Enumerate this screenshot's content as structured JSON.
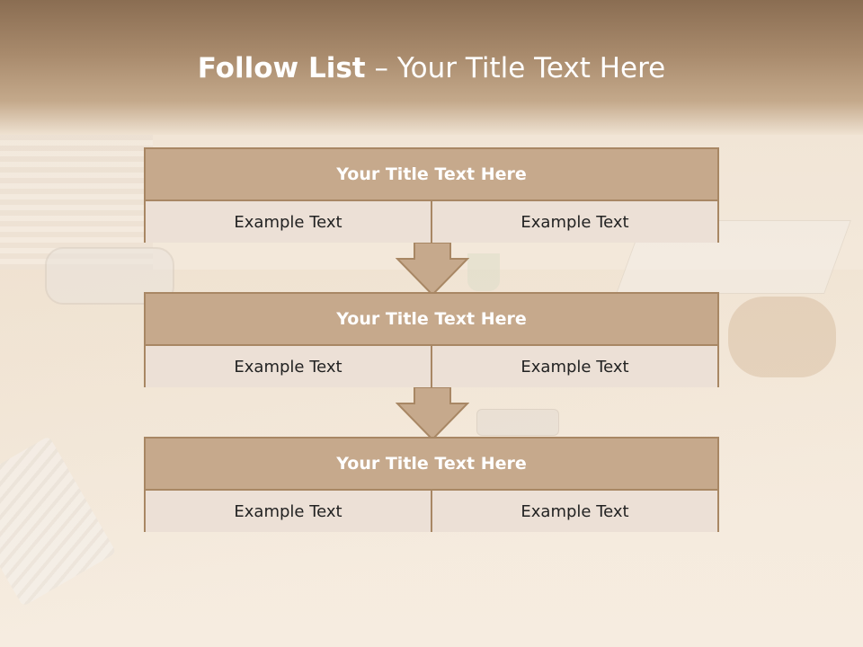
{
  "slide": {
    "title_bold": "Follow List",
    "title_rest": " – Your Title Text Here"
  },
  "blocks": [
    {
      "title": "Your Title Text Here",
      "left": "Example Text",
      "right": "Example Text"
    },
    {
      "title": "Your Title Text Here",
      "left": "Example Text",
      "right": "Example Text"
    },
    {
      "title": "Your Title Text Here",
      "left": "Example Text",
      "right": "Example Text"
    }
  ],
  "colors": {
    "header": "#8a6d52",
    "block_title_fill": "#c6a98c",
    "block_row_fill": "#ece0d6",
    "border": "#a88764",
    "arrow_fill": "#c6a98c"
  },
  "icons": [
    "down-arrow-icon"
  ]
}
